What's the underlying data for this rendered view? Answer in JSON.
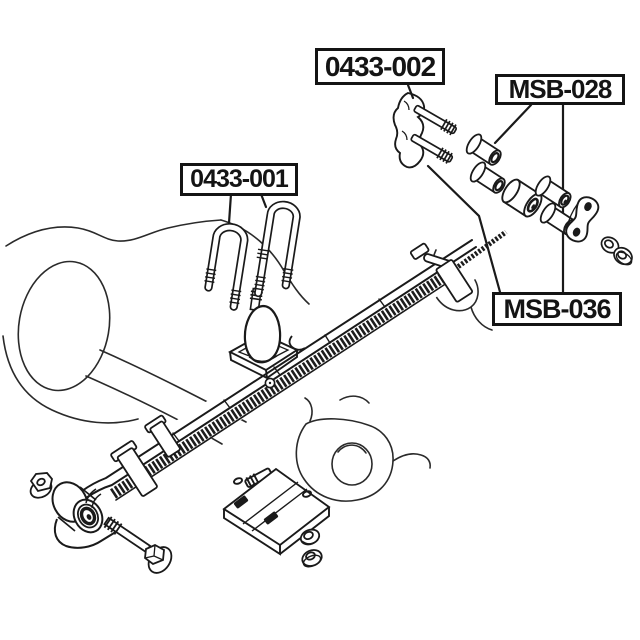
{
  "diagram": {
    "type": "exploded-parts-diagram",
    "subject": "leaf-spring-suspension-assembly",
    "background": "#ffffff",
    "line_color": "#1a1a1a",
    "labels": [
      {
        "text": "0433-002",
        "part": "shackle-assembly-with-bolts"
      },
      {
        "text": "MSB-028",
        "part": "shackle-bushing"
      },
      {
        "text": "0433-001",
        "part": "u-bolts"
      },
      {
        "text": "MSB-036",
        "part": "leaf-spring-bushing"
      }
    ]
  }
}
